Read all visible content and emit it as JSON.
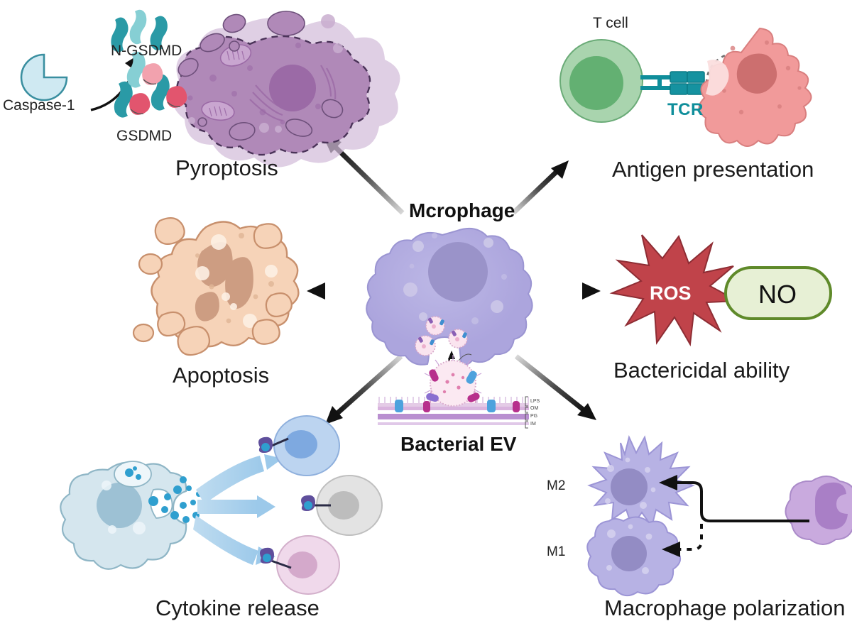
{
  "figure": {
    "type": "biological-pathway-diagram",
    "background": "#ffffff",
    "center_node": "Mcrophage",
    "stimulus_node": "Bacterial EV",
    "description": "Radial diagram of macrophage responses triggered by bacterial extracellular vesicles"
  },
  "center": {
    "macrophage_label": "Mcrophage",
    "bacterial_ev_label": "Bacterial EV",
    "macrophage_color": "#b3ade0",
    "macrophage_nucleus_color": "#9a93c9",
    "ev_membrane_color": "#f6d7e4"
  },
  "membrane_layers": [
    {
      "id": "lps",
      "label": "LPS"
    },
    {
      "id": "om",
      "label": "OM"
    },
    {
      "id": "pg",
      "label": "PG"
    },
    {
      "id": "im",
      "label": "IM"
    }
  ],
  "outcomes": [
    {
      "id": "pyroptosis",
      "label": "Pyroptosis",
      "direction": "up-left",
      "cell_color": "#b089b8",
      "halo_color": "#d3bcd9"
    },
    {
      "id": "antigen-presentation",
      "label": "Antigen presentation",
      "direction": "up-right",
      "tcell_label": "T cell",
      "tcr_label": "TCR",
      "tcell_color": "#a9d4ae",
      "tcell_nucleus_color": "#63b072",
      "apc_color": "#f19a9a",
      "apc_nucleus_color": "#cc6f6f",
      "tcr_color": "#0f8e9b"
    },
    {
      "id": "apoptosis",
      "label": "Apoptosis",
      "direction": "left",
      "cell_color": "#f6d3b8",
      "nucleus_color": "#cd9d82"
    },
    {
      "id": "bactericidal-ability",
      "label": "Bactericidal ability",
      "direction": "right",
      "ros_label": "ROS",
      "no_label": "NO",
      "ros_color": "#c0434a",
      "no_fill": "#e7f0d5",
      "no_border": "#5f8a2a"
    },
    {
      "id": "cytokine-release",
      "label": "Cytokine release",
      "direction": "down-left",
      "source_cell_color": "#d5e6ee",
      "cytokine_color": "#2f9fcf",
      "target_cells": [
        {
          "id": "target-cell-blue",
          "color": "#bcd4f0",
          "nucleus": "#7ea9e0"
        },
        {
          "id": "target-cell-gray",
          "color": "#e3e3e3",
          "nucleus": "#bdbdbd"
        },
        {
          "id": "target-cell-pink",
          "color": "#f0d9eb",
          "nucleus": "#d4a9cb"
        }
      ]
    },
    {
      "id": "macrophage-polarization",
      "label": "Macrophage polarization",
      "direction": "down-right",
      "m2_label": "M2",
      "m1_label": "M1",
      "monocyte_color": "#c9aade",
      "monocyte_nucleus_color": "#a97fc6",
      "polarized_color": "#b7b2e4",
      "polarized_nucleus_color": "#938cc4",
      "m2_arrow_style": "solid",
      "m1_arrow_style": "dotted"
    }
  ],
  "pyroptosis_pathway": {
    "caspase_label": "Caspase-1",
    "n_gsdmd_label": "N-GSDMD",
    "gsdmd_label": "GSDMD",
    "caspase_fill": "#cfe9f2",
    "caspase_stroke": "#3a8fa0",
    "gsdmd_teal": "#2a9aa6",
    "gsdmd_teal_light": "#86cfd4",
    "gsdmd_pink": "#e2556e",
    "gsdmd_pink_light": "#f2a2ae"
  },
  "arrows": {
    "color_head": "#111111",
    "color_tail": "#cfcfcf",
    "count": 6
  }
}
